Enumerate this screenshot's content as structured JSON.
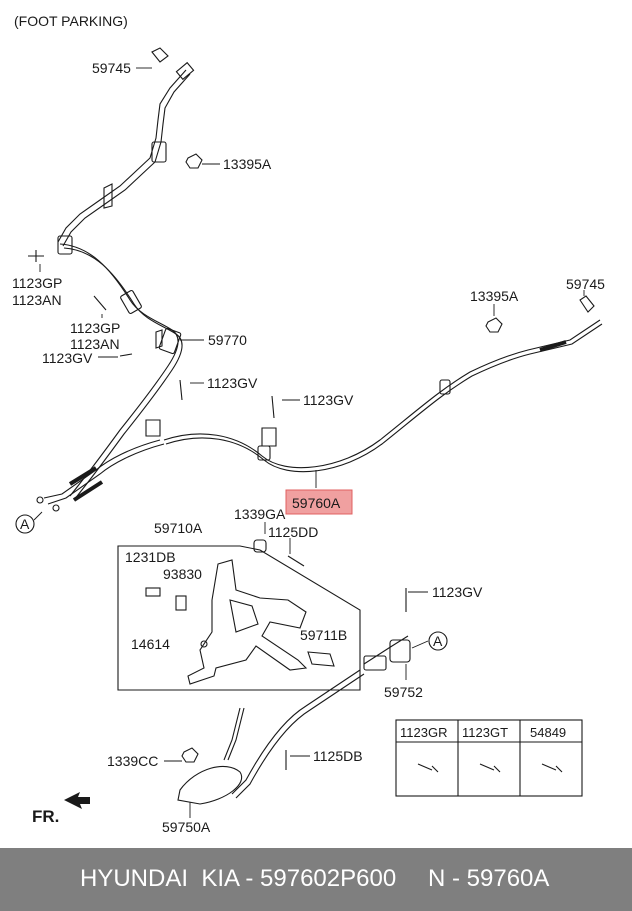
{
  "header": {
    "title": "(FOOT PARKING)"
  },
  "callouts": {
    "c59745_left": "59745",
    "c13395a_left": "13395A",
    "c1123gp_a": "1123GP",
    "c1123an_a": "1123AN",
    "c1123gp_b": "1123GP",
    "c1123an_b": "1123AN",
    "c1123gv_a": "1123GV",
    "c59770": "59770",
    "c1123gv_b": "1123GV",
    "c1123gv_c": "1123GV",
    "c13395a_right": "13395A",
    "c59745_right": "59745",
    "c59760a": "59760A",
    "c59710a": "59710A",
    "c1339ga": "1339GA",
    "c1125dd": "1125DD",
    "c1231db": "1231DB",
    "c93830": "93830",
    "c14614": "14614",
    "c59711b": "59711B",
    "c1123gv_d": "1123GV",
    "c59752": "59752",
    "c1339cc": "1339CC",
    "c1125db": "1125DB",
    "c59750a": "59750A",
    "marker_a_left": "A",
    "marker_a_right": "A",
    "fr": "FR."
  },
  "fastener_table": {
    "headers": [
      "1123GR",
      "1123GT",
      "54849"
    ]
  },
  "footer": {
    "brand": "HYUNDAI  KIA - 597602P600",
    "ref": "N - 59760A"
  },
  "colors": {
    "highlight": "#f0a0a0",
    "footer_bg": "#7f7f7f",
    "line": "#1a1a1a"
  }
}
